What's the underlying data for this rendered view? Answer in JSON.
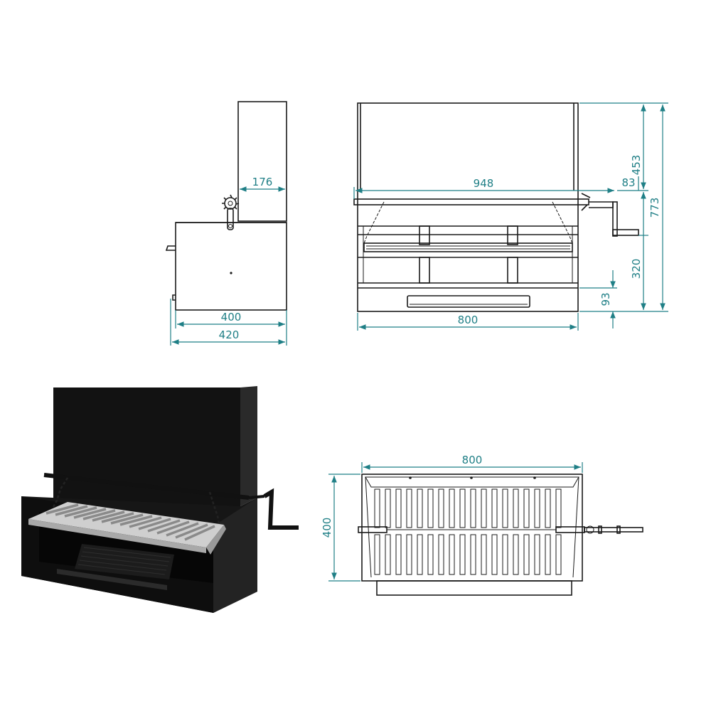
{
  "colors": {
    "dimension": "#1f7f86",
    "outline": "#1a1a1a",
    "render_body": "#141414",
    "grill_bars": "#d9d9d9"
  },
  "side_view": {
    "dim_top_depth": "176",
    "dim_inner_width": "400",
    "dim_outer_width": "420"
  },
  "front_view": {
    "dim_rod_length": "948",
    "dim_width": "800",
    "dim_hood_height": "453",
    "dim_crank_offset": "83",
    "dim_total_height": "773",
    "dim_body_height": "320",
    "dim_drawer_height": "93"
  },
  "top_view": {
    "dim_width": "800",
    "dim_depth": "400"
  }
}
